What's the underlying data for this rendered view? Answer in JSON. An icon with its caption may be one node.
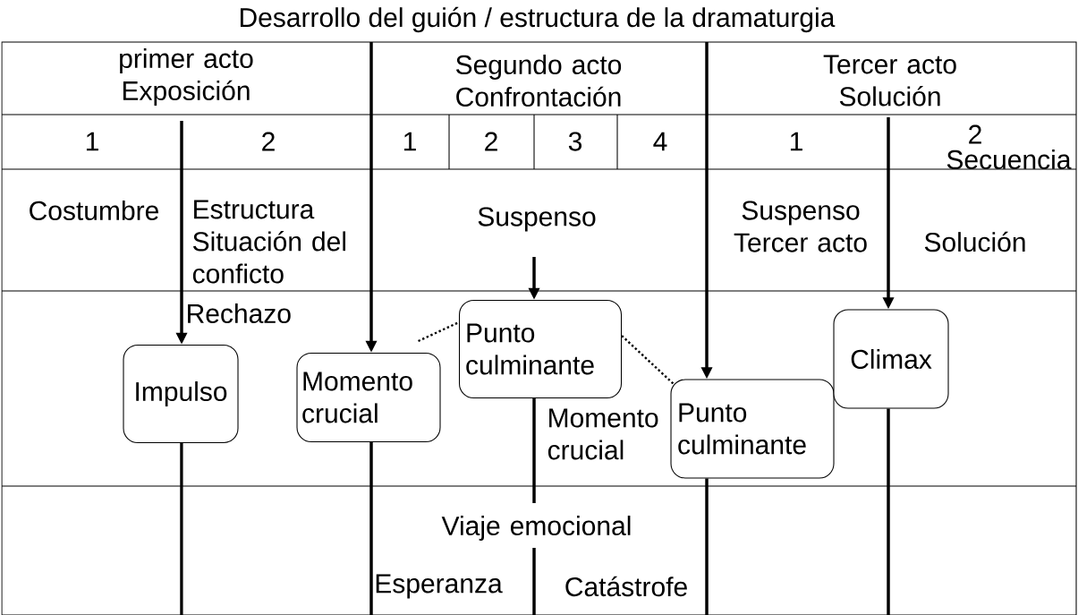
{
  "diagram": {
    "title": "Desarrollo del guión / estructura de la dramaturgia",
    "nodes": [
      {
        "text": [
          "Impulso"
        ]
      },
      {
        "text": [
          "Momento crucial"
        ]
      },
      {
        "text": [
          "Punto culminante"
        ]
      },
      {
        "text": [
          "Punto culminante"
        ]
      },
      {
        "text": [
          "Climax"
        ]
      }
    ],
    "edges": [
      {
        "from": null,
        "to": 0,
        "arrow": "to"
      },
      {
        "from": null,
        "to": 1,
        "arrow": "to"
      },
      {
        "from": null,
        "to": 2,
        "arrow": "to"
      },
      {
        "from": null,
        "to": 3,
        "arrow": "to"
      },
      {
        "from": null,
        "to": 4,
        "arrow": "to"
      },
      {
        "from": 1,
        "to": 2,
        "arrow": "none",
        "style": "dashed"
      },
      {
        "from": 2,
        "to": 3,
        "arrow": "none",
        "style": "dashed"
      },
      {
        "from": 0,
        "to": null,
        "arrow": "none"
      },
      {
        "from": 1,
        "to": null,
        "arrow": "none"
      },
      {
        "from": 2,
        "to": null,
        "arrow": "none"
      },
      {
        "from": 3,
        "to": null,
        "arrow": "none"
      },
      {
        "from": 4,
        "to": null,
        "arrow": "none"
      }
    ],
    "labels": [
      "primer acto Exposición",
      "Segundo acto Confrontación",
      "Tercer acto Solución",
      "1",
      "2",
      "1",
      "2",
      "3",
      "4",
      "1",
      "2",
      "Secuencia",
      "Costumbre",
      "Estructura Situación del conficto",
      "Suspenso",
      "Suspenso Tercer acto",
      "Solución",
      "Rechazo",
      "Momento crucial",
      "Viaje emocional",
      "Esperanza",
      "Catástrofe"
    ]
  }
}
